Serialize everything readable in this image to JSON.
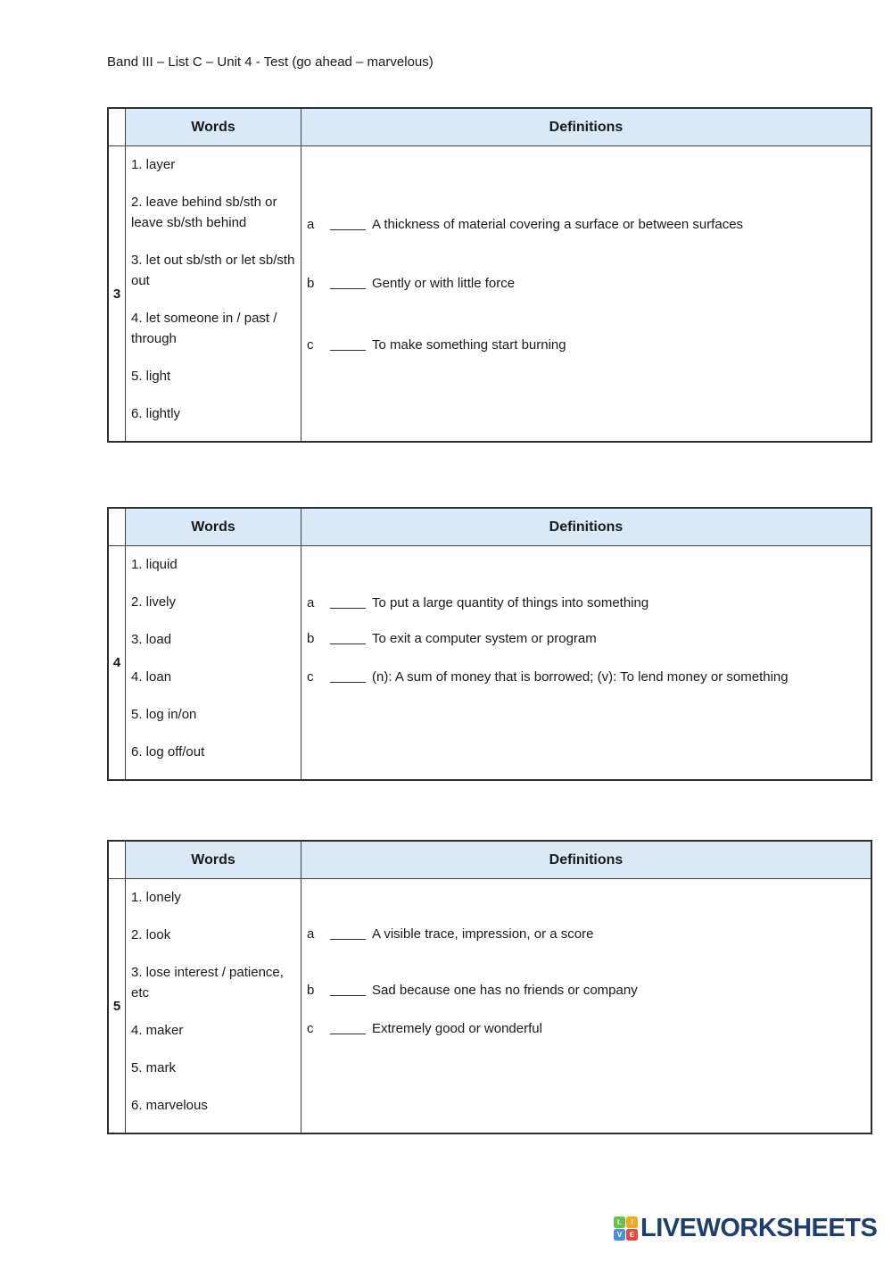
{
  "page": {
    "title": "Band III – List C – Unit 4 - Test (go ahead – marvelous)"
  },
  "table_headers": {
    "words": "Words",
    "definitions": "Definitions"
  },
  "tables": [
    {
      "number": "3",
      "words": [
        "1. layer",
        "2. leave behind sb/sth or leave sb/sth behind",
        "3. let out sb/sth or let sb/sth out",
        "4. let someone in / past / through",
        "5. light",
        "6. lightly"
      ],
      "definitions": [
        {
          "letter": "a",
          "text": "A thickness of material covering a surface or between surfaces"
        },
        {
          "letter": "b",
          "text": "Gently or with little force"
        },
        {
          "letter": "c",
          "text": "To make something start burning"
        }
      ]
    },
    {
      "number": "4",
      "words": [
        "1. liquid",
        "2. lively",
        "3. load",
        "4. loan",
        "5. log in/on",
        "6. log off/out"
      ],
      "definitions": [
        {
          "letter": "a",
          "text": "To put a large quantity of things into something"
        },
        {
          "letter": "b",
          "text": "To exit a computer system or program"
        },
        {
          "letter": "c",
          "text": "(n): A sum of money that is borrowed; (v): To lend money or something"
        }
      ]
    },
    {
      "number": "5",
      "words": [
        "1. lonely",
        "2. look",
        "3. lose interest / patience, etc",
        "4. maker",
        "5. mark",
        "6. marvelous"
      ],
      "definitions": [
        {
          "letter": "a",
          "text": "A visible trace, impression, or a score"
        },
        {
          "letter": "b",
          "text": "Sad because one has no friends or company"
        },
        {
          "letter": "c",
          "text": "Extremely good or wonderful"
        }
      ]
    }
  ],
  "footer": {
    "brand": "LIVEWORKSHEETS",
    "logo_letters": [
      "L",
      "I",
      "V",
      "E"
    ]
  },
  "colors": {
    "header_bg": "#dbe8f6",
    "border": "#404040",
    "brand_navy": "#1d3e6f",
    "logo_green": "#6abf4b",
    "logo_orange": "#f6a81c",
    "logo_blue": "#4a90d9",
    "logo_red": "#e8493e"
  }
}
